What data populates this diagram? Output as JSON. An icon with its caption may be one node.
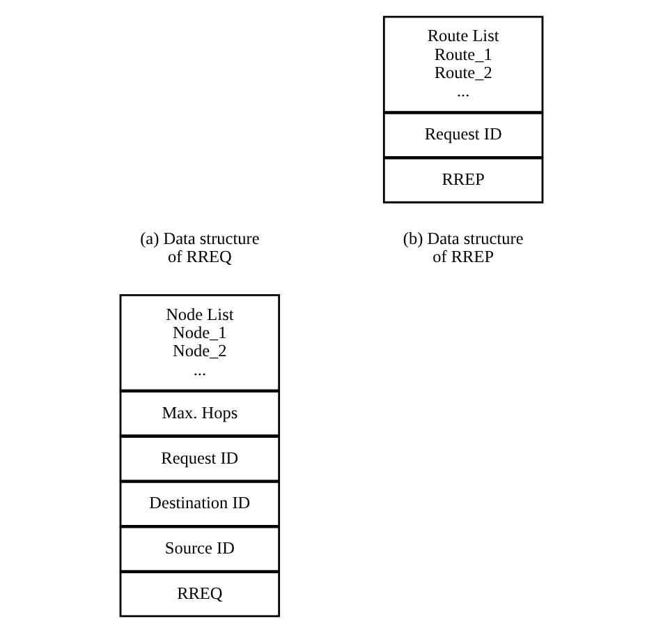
{
  "diagram": {
    "nodes": [
      {
        "text": [
          "RREQ"
        ]
      },
      {
        "text": [
          "Source ID"
        ]
      },
      {
        "text": [
          "Destination ID"
        ]
      },
      {
        "text": [
          "Request ID"
        ]
      },
      {
        "text": [
          "Max. Hops"
        ]
      },
      {
        "text": [
          "Node List",
          "Node_1",
          "Node_2",
          "..."
        ]
      },
      {
        "text": [
          "RREP"
        ]
      },
      {
        "text": [
          "Request ID"
        ]
      },
      {
        "text": [
          "Route List",
          "Route_1",
          "Route_2",
          "..."
        ]
      }
    ],
    "edges": [],
    "labels": [
      "(a) Data structure of RREQ",
      "(b) Data structure of RREP"
    ]
  }
}
